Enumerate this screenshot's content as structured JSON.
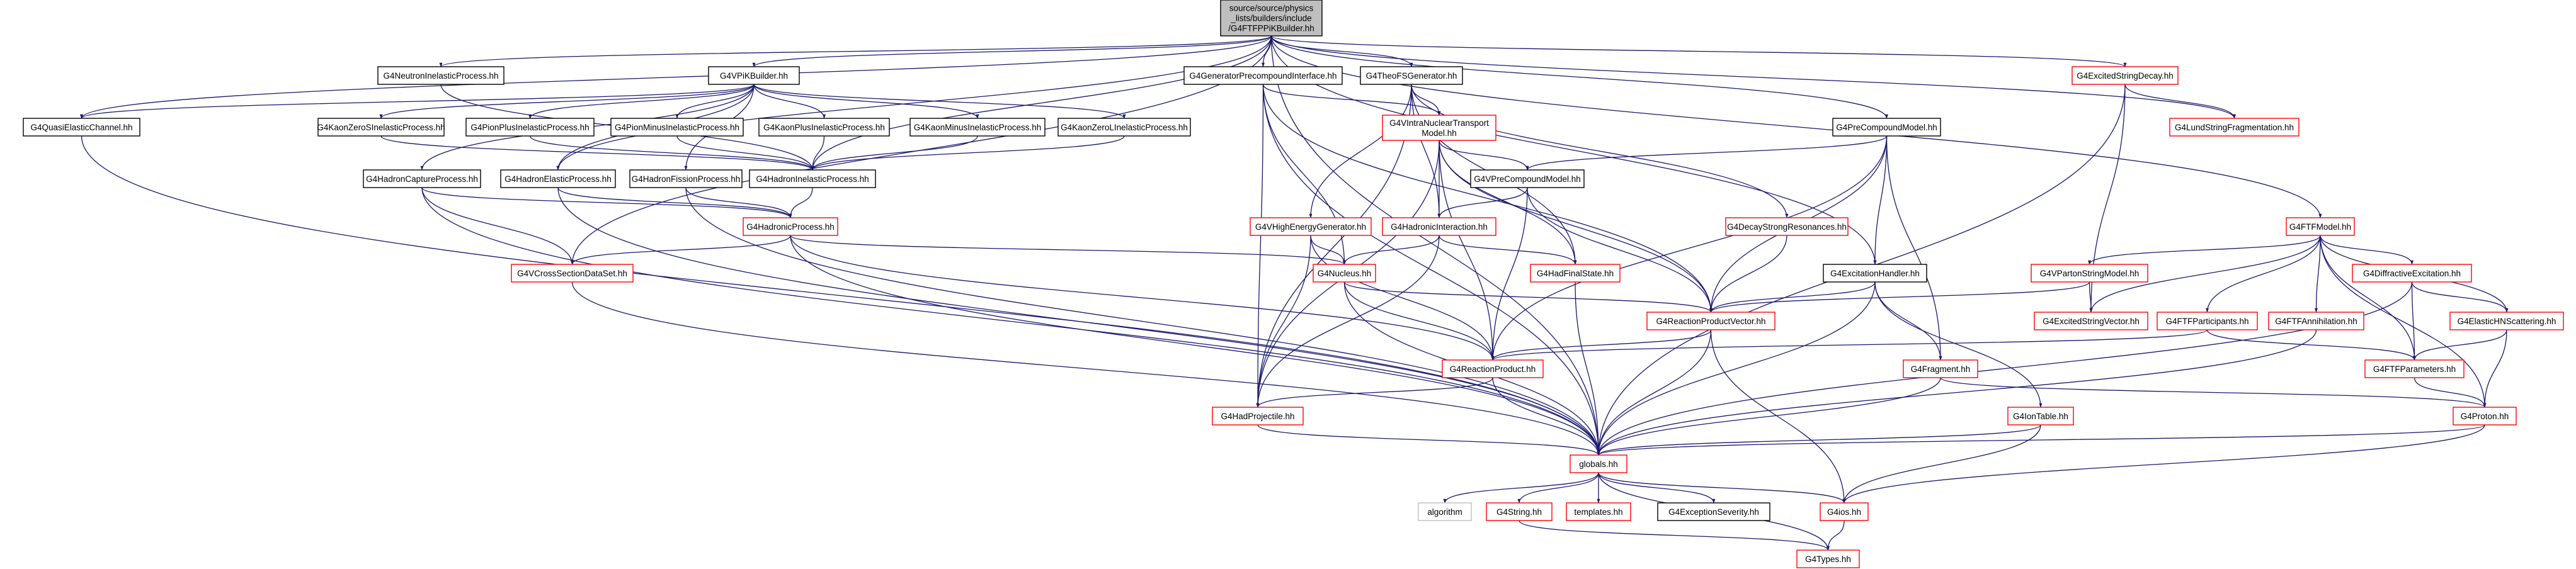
{
  "diagram": {
    "type": "include-dependency-graph",
    "colors": {
      "root_fill": "#bfbfbf",
      "fill": "#ffffff",
      "complete_border": "#000000",
      "incomplete_border": "#ff0000",
      "external_border": "#bfbfbf",
      "edge_normal": "#191970",
      "edge_sub": "#006400",
      "arrow": "#191970"
    },
    "nodes": [
      {
        "id": "root",
        "lines": [
          "source/source/physics",
          "_lists/builders/include",
          "/G4FTFPPiKBuilder.hh"
        ],
        "style": "root"
      },
      {
        "id": "neutron_inel",
        "lines": [
          "G4NeutronInelasticProcess.hh"
        ],
        "style": "complete"
      },
      {
        "id": "vpik",
        "lines": [
          "G4VPiKBuilder.hh"
        ],
        "style": "complete"
      },
      {
        "id": "gen_precomp",
        "lines": [
          "G4GeneratorPrecompoundInterface.hh"
        ],
        "style": "complete"
      },
      {
        "id": "theo_fs",
        "lines": [
          "G4TheoFSGenerator.hh"
        ],
        "style": "complete"
      },
      {
        "id": "excited_decay",
        "lines": [
          "G4ExcitedStringDecay.hh"
        ],
        "style": "incomplete"
      },
      {
        "id": "quasi_elastic",
        "lines": [
          "G4QuasiElasticChannel.hh"
        ],
        "style": "complete"
      },
      {
        "id": "kaonzs_inel",
        "lines": [
          "G4KaonZeroSInelasticProcess.hh"
        ],
        "style": "complete"
      },
      {
        "id": "pionplus_inel",
        "lines": [
          "G4PionPlusInelasticProcess.hh"
        ],
        "style": "complete"
      },
      {
        "id": "pionminus_inel",
        "lines": [
          "G4PionMinusInelasticProcess.hh"
        ],
        "style": "complete"
      },
      {
        "id": "kaonplus_inel",
        "lines": [
          "G4KaonPlusInelasticProcess.hh"
        ],
        "style": "complete"
      },
      {
        "id": "kaonminus_inel",
        "lines": [
          "G4KaonMinusInelasticProcess.hh"
        ],
        "style": "complete"
      },
      {
        "id": "kaonzl_inel",
        "lines": [
          "G4KaonZeroLInelasticProcess.hh"
        ],
        "style": "complete"
      },
      {
        "id": "vintra",
        "lines": [
          "G4VIntraNuclearTransport",
          "Model.hh"
        ],
        "style": "incomplete"
      },
      {
        "id": "lund",
        "lines": [
          "G4LundStringFragmentation.hh"
        ],
        "style": "incomplete"
      },
      {
        "id": "precomp_model",
        "lines": [
          "G4PreCompoundModel.hh"
        ],
        "style": "complete"
      },
      {
        "id": "hadron_capture",
        "lines": [
          "G4HadronCaptureProcess.hh"
        ],
        "style": "complete"
      },
      {
        "id": "hadron_elastic",
        "lines": [
          "G4HadronElasticProcess.hh"
        ],
        "style": "complete"
      },
      {
        "id": "hadron_fission",
        "lines": [
          "G4HadronFissionProcess.hh"
        ],
        "style": "complete"
      },
      {
        "id": "hadron_inel",
        "lines": [
          "G4HadronInelasticProcess.hh"
        ],
        "style": "complete"
      },
      {
        "id": "vprecomp_model",
        "lines": [
          "G4VPreCompoundModel.hh"
        ],
        "style": "complete"
      },
      {
        "id": "hadronic_process",
        "lines": [
          "G4HadronicProcess.hh"
        ],
        "style": "incomplete"
      },
      {
        "id": "vhigh_energy",
        "lines": [
          "G4VHighEnergyGenerator.hh"
        ],
        "style": "incomplete"
      },
      {
        "id": "hadronic_interaction",
        "lines": [
          "G4HadronicInteraction.hh"
        ],
        "style": "incomplete"
      },
      {
        "id": "decay_resonances",
        "lines": [
          "G4DecayStrongResonances.hh"
        ],
        "style": "incomplete"
      },
      {
        "id": "ftf_model",
        "lines": [
          "G4FTFModel.hh"
        ],
        "style": "incomplete"
      },
      {
        "id": "vcross_section",
        "lines": [
          "G4VCrossSectionDataSet.hh"
        ],
        "style": "incomplete"
      },
      {
        "id": "nucleus",
        "lines": [
          "G4Nucleus.hh"
        ],
        "style": "incomplete"
      },
      {
        "id": "had_final_state",
        "lines": [
          "G4HadFinalState.hh"
        ],
        "style": "incomplete"
      },
      {
        "id": "excitation_handler",
        "lines": [
          "G4ExcitationHandler.hh"
        ],
        "style": "complete"
      },
      {
        "id": "vparton_model",
        "lines": [
          "G4VPartonStringModel.hh"
        ],
        "style": "incomplete"
      },
      {
        "id": "diffractive",
        "lines": [
          "G4DiffractiveExcitation.hh"
        ],
        "style": "incomplete"
      },
      {
        "id": "reaction_product_vector",
        "lines": [
          "G4ReactionProductVector.hh"
        ],
        "style": "incomplete"
      },
      {
        "id": "excited_string_vector",
        "lines": [
          "G4ExcitedStringVector.hh"
        ],
        "style": "incomplete"
      },
      {
        "id": "ftf_participants",
        "lines": [
          "G4FTFParticipants.hh"
        ],
        "style": "incomplete"
      },
      {
        "id": "ftf_annihilation",
        "lines": [
          "G4FTFAnnihilation.hh"
        ],
        "style": "incomplete"
      },
      {
        "id": "elastic_hn",
        "lines": [
          "G4ElasticHNScattering.hh"
        ],
        "style": "incomplete"
      },
      {
        "id": "reaction_product",
        "lines": [
          "G4ReactionProduct.hh"
        ],
        "style": "incomplete"
      },
      {
        "id": "fragment",
        "lines": [
          "G4Fragment.hh"
        ],
        "style": "incomplete"
      },
      {
        "id": "ftf_parameters",
        "lines": [
          "G4FTFParameters.hh"
        ],
        "style": "incomplete"
      },
      {
        "id": "had_projectile",
        "lines": [
          "G4HadProjectile.hh"
        ],
        "style": "incomplete"
      },
      {
        "id": "ion_table",
        "lines": [
          "G4IonTable.hh"
        ],
        "style": "incomplete"
      },
      {
        "id": "proton",
        "lines": [
          "G4Proton.hh"
        ],
        "style": "incomplete"
      },
      {
        "id": "globals",
        "lines": [
          "globals.hh"
        ],
        "style": "incomplete"
      },
      {
        "id": "algorithm",
        "lines": [
          "algorithm"
        ],
        "style": "external"
      },
      {
        "id": "g4string",
        "lines": [
          "G4String.hh"
        ],
        "style": "incomplete"
      },
      {
        "id": "templates",
        "lines": [
          "templates.hh"
        ],
        "style": "incomplete"
      },
      {
        "id": "exception_severity",
        "lines": [
          "G4ExceptionSeverity.hh"
        ],
        "style": "complete"
      },
      {
        "id": "g4ios",
        "lines": [
          "G4ios.hh"
        ],
        "style": "incomplete"
      },
      {
        "id": "g4types",
        "lines": [
          "G4Types.hh"
        ],
        "style": "incomplete"
      }
    ]
  }
}
